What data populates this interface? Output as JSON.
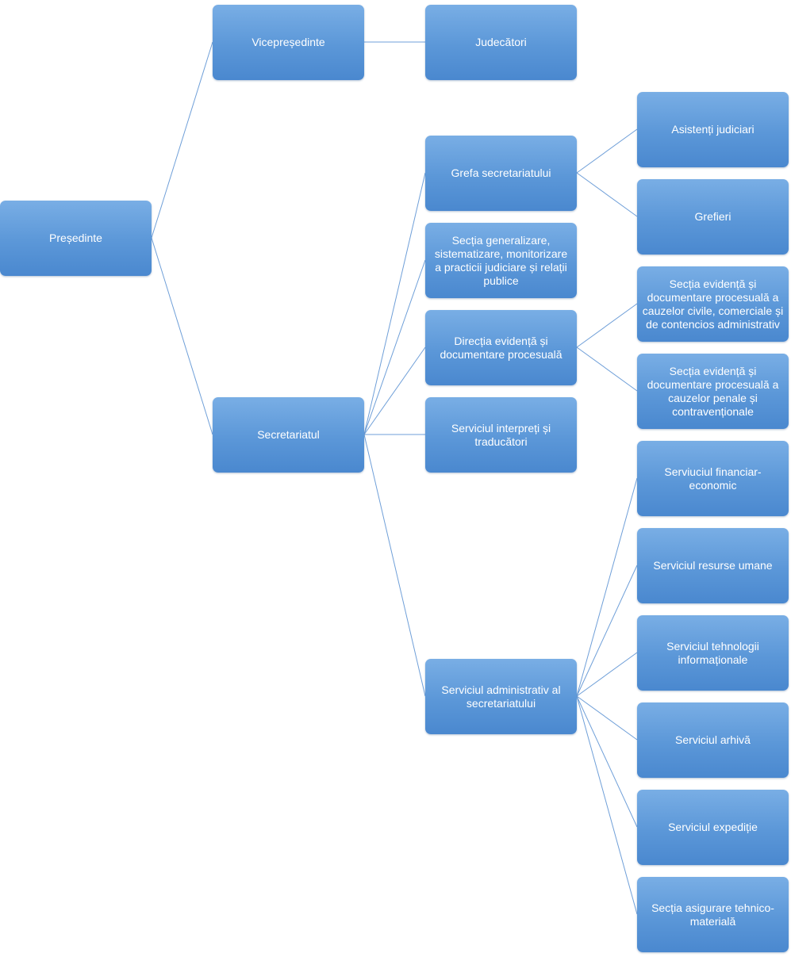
{
  "colors": {
    "node_top": "#79aee5",
    "node_bottom": "#4a88cf",
    "connector": "#6f9fd8",
    "text": "#ffffff"
  },
  "nodes": {
    "presedinte": "Președinte",
    "vicepresedinte": "Vicepreședinte",
    "judecatori": "Judecători",
    "secretariatul": "Secretariatul",
    "grefa": "Grefa secretariatului",
    "sectia_generalizare": "Secția generalizare,\nsistematizare, monitorizare\na practicii judiciare și relații\npublice",
    "directia_evidenta": "Direcția evidență și\ndocumentare procesuală",
    "serviciul_interpreti": "Serviciul interpreți și\ntraducători",
    "serviciul_administrativ": "Serviciul administrativ al\nsecretariatului",
    "asistenti": "Asistenți judiciari",
    "grefieri": "Grefieri",
    "sectia_civile": "Secția evidență și\ndocumentare procesuală a\ncauzelor civile, comerciale și\nde contencios administrativ",
    "sectia_penale": "Secția evidență și\ndocumentare procesuală a\ncauzelor penale și\ncontravenționale",
    "financiar": "Serviuciul financiar-\neconomic",
    "resurse": "Serviciul resurse umane",
    "tehnologii": "Serviciul tehnologii\ninformaționale",
    "arhiva": "Serviciul arhivă",
    "expeditie": "Serviciul expediție",
    "asigurare": "Secția asigurare tehnico-\nmaterială"
  }
}
